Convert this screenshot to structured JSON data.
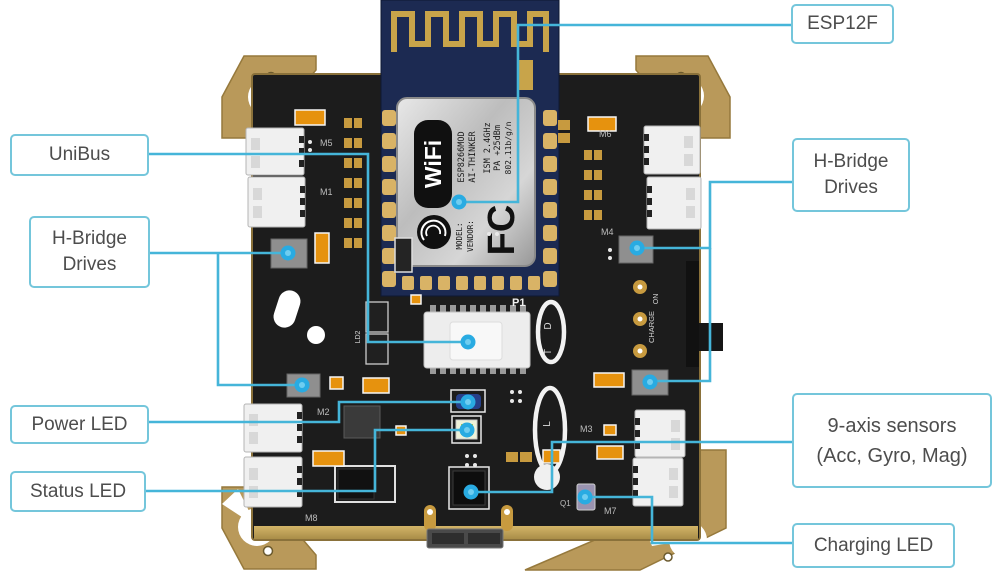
{
  "figure": {
    "type": "annotated-pcb-diagram",
    "subject": "ESP8266 robot controller board with callout labels"
  },
  "callouts": {
    "esp12f": {
      "label": "ESP12F"
    },
    "unibus": {
      "label": "UniBus"
    },
    "hbridge_left": {
      "line1": "H-Bridge",
      "line2": "Drives"
    },
    "hbridge_right": {
      "line1": "H-Bridge",
      "line2": "Drives"
    },
    "power_led": {
      "label": "Power LED"
    },
    "status_led": {
      "label": "Status LED"
    },
    "nine_axis": {
      "line1": "9-axis sensors",
      "line2": "(Acc, Gyro, Mag)"
    },
    "charging_led": {
      "label": "Charging LED"
    }
  },
  "silkscreen": {
    "p1": "P1",
    "m1": "M1",
    "m2": "M2",
    "m3": "M3",
    "m4": "M4",
    "m5": "M5",
    "m6": "M6",
    "m7": "M7",
    "m8": "M8",
    "q1": "Q1",
    "ld2": "LD2",
    "charge": "CHARGE",
    "on": "ON"
  },
  "esp_module": {
    "wifi_logo": "WiFi",
    "model_label": "MODEL:",
    "model_value": "ESP8266MOD",
    "vendor_label": "VENDOR:",
    "vendor_value": "AI-THINKER",
    "band": "ISM 2.4GHz",
    "tx_power": "PA +25dBm",
    "protocol": "802.11b/g/n",
    "fcc_mark": "FC"
  },
  "colors": {
    "callout_line": "#45b5d9",
    "callout_dot": "#29abe2",
    "callout_border": "#74c6db",
    "board": "#1c1c1c",
    "gold": "#c0a055",
    "esp_pcb": "#1c2a52",
    "accent_orange": "#e6920e"
  }
}
